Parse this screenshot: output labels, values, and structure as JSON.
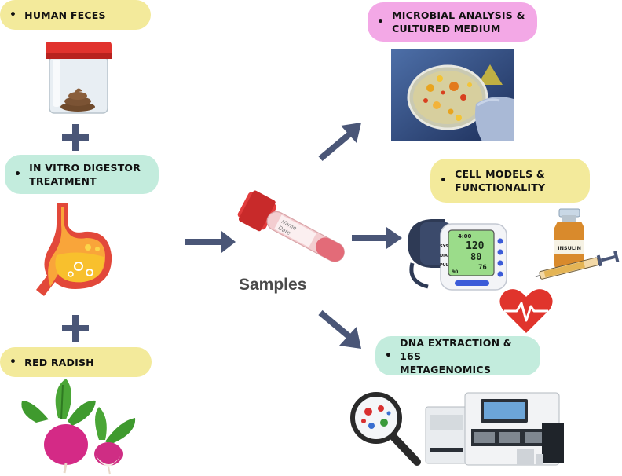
{
  "left_column": {
    "feces": "HUMAN FECES",
    "digestor_line1": "IN VITRO DIGESTOR",
    "digestor_line2": "TREATMENT",
    "radish": "RED RADISH",
    "plus_symbol": "+"
  },
  "center": {
    "samples_label": "Samples",
    "tube_name": "Name",
    "tube_date": "Date"
  },
  "right_column": {
    "microbial_line1": "MICROBIAL ANALYSIS &",
    "microbial_line2": "CULTURED MEDIUM",
    "cell_line1": "CELL MODELS &",
    "cell_line2": "FUNCTIONALITY",
    "dna_line1": "DNA EXTRACTION & 16S",
    "dna_line2": "METAGENOMICS"
  },
  "devices": {
    "bp_time": "4:00",
    "bp_sys_label": "SYS",
    "bp_dia_label": "DIA",
    "bp_pul_label": "PUL",
    "bp_sys": "120",
    "bp_dia": "80",
    "bp_pul": "76",
    "bp_mem": "90",
    "insulin": "INSULIN"
  },
  "bullet": "•",
  "colors": {
    "yellow_pill": "#f3ea9b",
    "mint_pill": "#c3ecdd",
    "pink_pill": "#f3a8e6",
    "arrow": "#4a5677"
  },
  "icons": [
    "specimen-cup-icon",
    "stomach-icon",
    "radish-icon",
    "blood-tube-icon",
    "petri-dish-icon",
    "blood-pressure-monitor-icon",
    "insulin-vial-icon",
    "syringe-icon",
    "heart-icon",
    "magnifier-icon",
    "sequencer-icon"
  ]
}
